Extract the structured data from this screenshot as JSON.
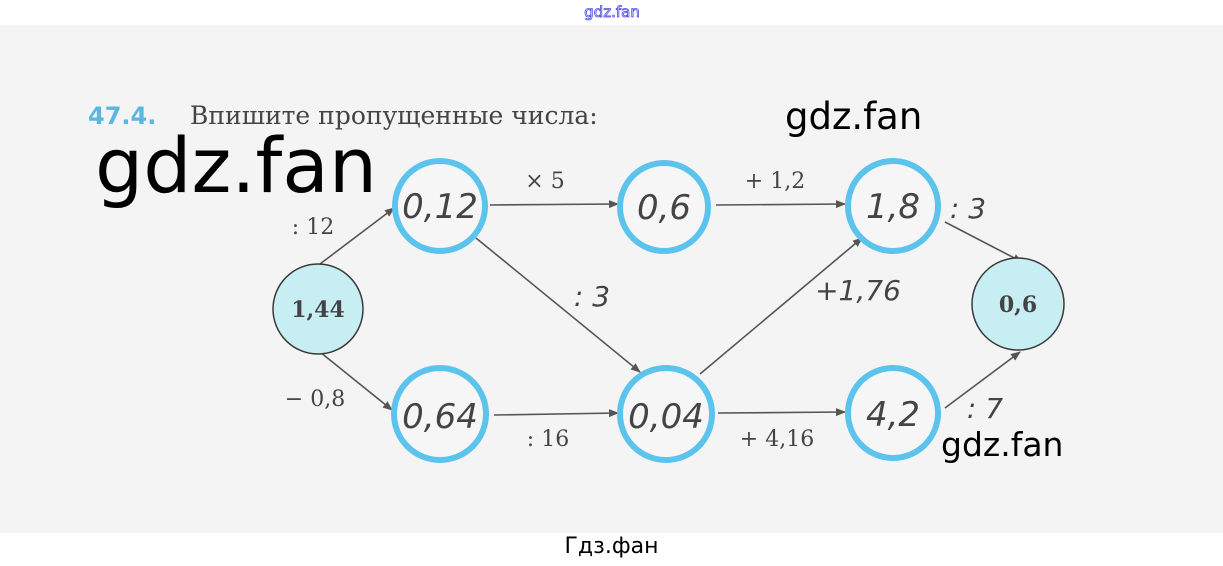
{
  "watermarks": {
    "top": "gdz.fan",
    "large": "gdz.fan",
    "right_top": "gdz.fan",
    "right_bottom": "gdz.fan"
  },
  "task": {
    "number": "47.4.",
    "text": "Впишите пропущенные числа:"
  },
  "nodes": {
    "start": "1,44",
    "top1": "0,12",
    "top2": "0,6",
    "top3": "1,8",
    "bottom1": "0,64",
    "bottom2": "0,04",
    "bottom3": "4,2",
    "end": "0,6"
  },
  "edges": {
    "start_top1": ": 12",
    "top1_top2": "× 5",
    "top2_top3": "+ 1,2",
    "top3_end": ": 3",
    "top1_bottom2": ": 3",
    "bottom2_top3": "+1,76",
    "start_bottom1": "− 0,8",
    "bottom1_bottom2": ": 16",
    "bottom2_bottom3": "+ 4,16",
    "bottom3_end": ": 7"
  },
  "colors": {
    "accent": "#5cc3ec",
    "fill": "#c7eef3",
    "task_number": "#5ab8e0",
    "line": "#555555"
  },
  "caption": "Гдз.фан"
}
